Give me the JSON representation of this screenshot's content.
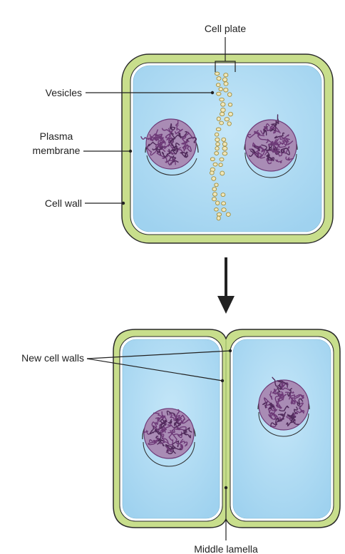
{
  "labels": {
    "cell_plate": "Cell plate",
    "vesicles": "Vesicles",
    "plasma_membrane_line1": "Plasma",
    "plasma_membrane_line2": "membrane",
    "cell_wall": "Cell wall",
    "new_cell_walls": "New cell walls",
    "middle_lamella": "Middle lamella"
  },
  "colors": {
    "cell_wall": "#c8de8c",
    "wall_outline": "#2a2a2a",
    "cytoplasm": "#a9d8f2",
    "cytoplasm_highlight": "#d2ecfa",
    "membrane": "#ffffff",
    "chromatin": "#6e3a78",
    "nucleus_fill": "#a98cb5",
    "vesicle_fill": "#f1e7b9",
    "vesicle_stroke": "#a08d40",
    "arrow": "#222222"
  }
}
